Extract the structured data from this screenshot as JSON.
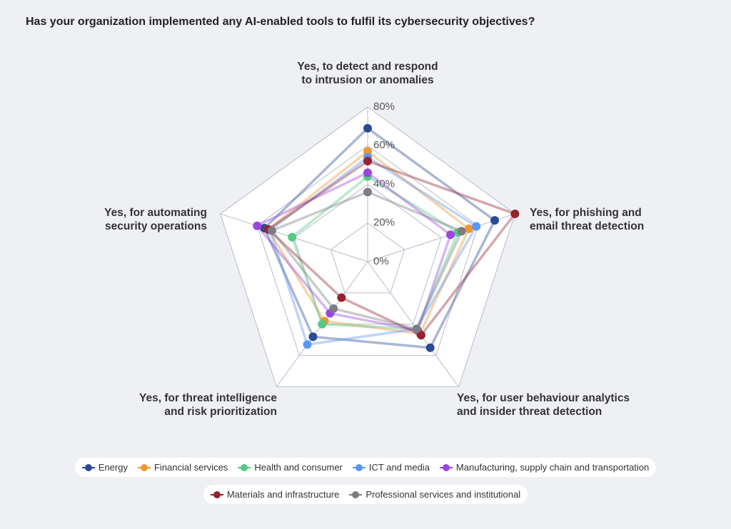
{
  "chart_data": {
    "type": "radar",
    "title": "Has your organization implemented any AI-enabled tools to fulfil its cybersecurity objectives?",
    "axes": [
      [
        "Yes, to detect and respond",
        "to intrusion or anomalies"
      ],
      [
        "Yes, for phishing and",
        "email threat detection"
      ],
      [
        "Yes, for user behaviour analytics",
        "and insider threat detection"
      ],
      [
        "Yes, for threat intelligence",
        "and risk prioritization"
      ],
      [
        "Yes, for automating",
        "security operations"
      ]
    ],
    "ticks": [
      "0%",
      "20%",
      "40%",
      "60%",
      "80%"
    ],
    "range": [
      0,
      80
    ],
    "legend_position": "bottom",
    "series": [
      {
        "name": "Energy",
        "color": "#2a4a94",
        "values": [
          69,
          69,
          55,
          48,
          56
        ]
      },
      {
        "name": "Financial services",
        "color": "#f0962f",
        "values": [
          57,
          55,
          46,
          38,
          54
        ]
      },
      {
        "name": "Health and consumer",
        "color": "#52c985",
        "values": [
          44,
          49,
          43,
          40,
          41
        ]
      },
      {
        "name": "ICT and media",
        "color": "#5b95f5",
        "values": [
          54,
          59,
          43,
          53,
          53
        ]
      },
      {
        "name": "Manufacturing, supply chain and transportation",
        "color": "#9b45e0",
        "values": [
          46,
          45,
          44,
          33,
          60
        ]
      },
      {
        "name": "Materials and infrastructure",
        "color": "#96222f",
        "values": [
          52,
          80,
          47,
          23,
          54
        ]
      },
      {
        "name": "Professional services and institutional",
        "color": "#7b7d84",
        "values": [
          36,
          51,
          43,
          30,
          52
        ]
      }
    ]
  }
}
